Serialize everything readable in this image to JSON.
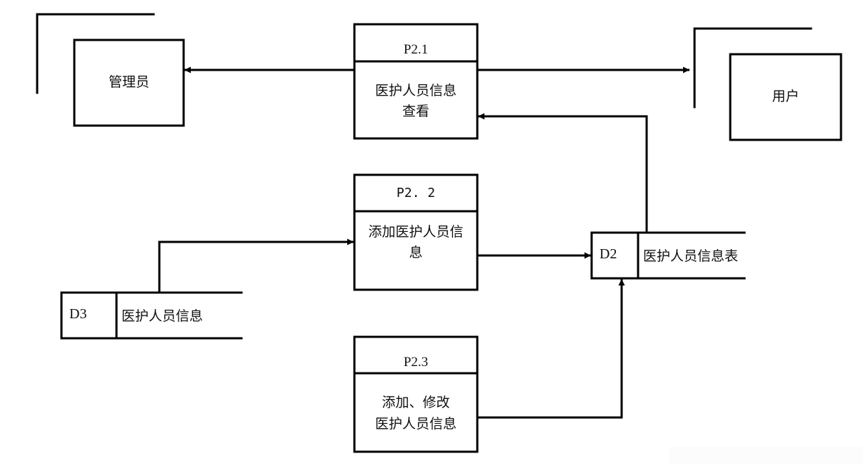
{
  "diagram": {
    "type": "data-flow-diagram",
    "external_entities": [
      {
        "id": "admin",
        "label": "管理员"
      },
      {
        "id": "user",
        "label": "用户"
      }
    ],
    "processes": [
      {
        "id": "P2.1",
        "number": "P2.1",
        "lines": [
          "医护人员信息",
          "查看"
        ]
      },
      {
        "id": "P2.2",
        "number": "P2. 2",
        "lines": [
          "添加医护人员信",
          "息"
        ]
      },
      {
        "id": "P2.3",
        "number": "P2.3",
        "lines": [
          "添加、修改",
          "医护人员信息"
        ]
      }
    ],
    "data_stores": [
      {
        "id": "D2",
        "code": "D2",
        "name": "医护人员信息表"
      },
      {
        "id": "D3",
        "code": "D3",
        "name": "医护人员信息"
      }
    ],
    "flows": [
      {
        "from": "P2.1",
        "to": "admin"
      },
      {
        "from": "P2.1",
        "to": "user"
      },
      {
        "from": "D2",
        "to": "P2.1"
      },
      {
        "from": "D3",
        "to": "P2.2"
      },
      {
        "from": "P2.2",
        "to": "D2"
      },
      {
        "from": "P2.3",
        "to": "D2"
      }
    ],
    "line_color": "#000000",
    "background": "#ffffff"
  }
}
